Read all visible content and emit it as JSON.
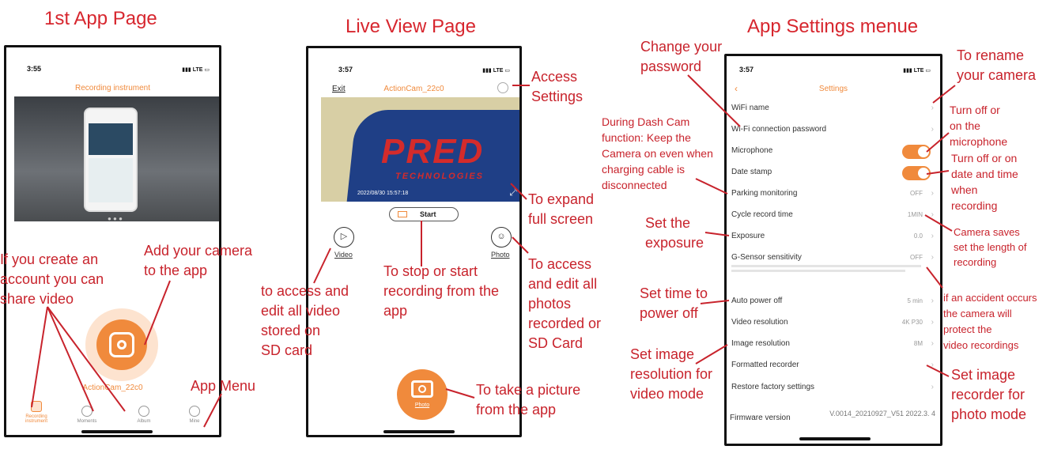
{
  "headings": {
    "first": "1st App Page",
    "live": "Live View Page",
    "settings": "App Settings menue"
  },
  "phone1": {
    "time": "3:55",
    "signal": "LTE",
    "title": "Recording instrument",
    "device_name": "ActionCam_22c0",
    "tabs": [
      "Recording instrument",
      "Moments",
      "Album",
      "Mine"
    ]
  },
  "phone2": {
    "time": "3:57",
    "signal": "LTE",
    "exit": "Exit",
    "title": "ActionCam_22c0",
    "brand_text": "PRED",
    "brand_sub": "TECHNOLOGIES",
    "timestamp": "2022/08/30 15:57:18",
    "start_label": "Start",
    "video_label": "Video",
    "photo_label": "Photo",
    "capture_label": "Photo"
  },
  "phone3": {
    "time": "3:57",
    "signal": "LTE",
    "title": "Settings",
    "rows": [
      {
        "label": "WiFi name",
        "value": ""
      },
      {
        "label": "Wi-Fi connection password",
        "value": ""
      },
      {
        "label": "Microphone",
        "value": ""
      },
      {
        "label": "Date stamp",
        "value": ""
      },
      {
        "label": "Parking monitoring",
        "value": "OFF"
      },
      {
        "label": "Cycle record time",
        "value": "1MIN"
      },
      {
        "label": "Exposure",
        "value": "0.0"
      },
      {
        "label": "G-Sensor sensitivity",
        "value": "OFF"
      },
      {
        "label": "Auto power off",
        "value": "5 min"
      },
      {
        "label": "Video resolution",
        "value": "4K P30"
      },
      {
        "label": "Image resolution",
        "value": "8M"
      },
      {
        "label": "Formatted recorder",
        "value": ""
      },
      {
        "label": "Restore factory settings",
        "value": ""
      }
    ],
    "firmware_label": "Firmware version",
    "firmware_value": "V.0014_20210927_V51 2022.3. 4"
  },
  "annotations": {
    "create_account": [
      "If you create an",
      "account you can",
      "share video"
    ],
    "add_camera": [
      "Add your camera",
      "to the app"
    ],
    "app_menu": "App Menu",
    "access_settings": [
      "Access",
      "Settings"
    ],
    "expand": [
      "To expand",
      "full screen"
    ],
    "stop_start": [
      "To stop or start",
      "recording from the",
      "app"
    ],
    "access_video": [
      "to access and",
      "edit all video",
      "stored on",
      "SD card"
    ],
    "access_photos": [
      "To access",
      "and edit all",
      "photos",
      "recorded or",
      "SD Card"
    ],
    "take_picture": [
      "To take a picture",
      "from the app"
    ],
    "change_password": [
      "Change your",
      "password"
    ],
    "dash_cam": [
      "During Dash Cam",
      "function: Keep the",
      "Camera on even when",
      "charging cable is",
      "disconnected"
    ],
    "set_exposure": [
      "Set the",
      "exposure"
    ],
    "set_power": [
      "Set time to",
      "power off"
    ],
    "set_image_res": [
      "Set image",
      "resolution for",
      "video mode"
    ],
    "rename": [
      "To rename",
      "your camera"
    ],
    "microphone": [
      "Turn off or",
      "on the",
      "microphone"
    ],
    "date_time": [
      "Turn off or on",
      "date and time",
      "when",
      "recording"
    ],
    "saves_length": [
      "Camera saves",
      "set the length of",
      "recording"
    ],
    "accident": [
      "if an accident occurs",
      "the camera will",
      "protect the",
      "video recordings"
    ],
    "image_recorder": [
      "Set image",
      "recorder for",
      "photo mode"
    ]
  },
  "colors": {
    "annotation_red": "#c8232c",
    "accent_orange": "#f08a3c"
  }
}
